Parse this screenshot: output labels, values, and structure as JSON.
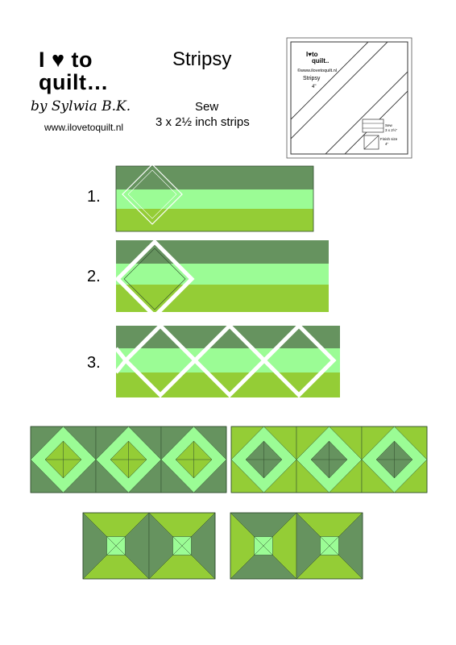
{
  "logo": {
    "line1": "I ♥ to",
    "line2": "quilt…",
    "signature": "by Sylwia B.K."
  },
  "website": "www.ilovetoquilt.nl",
  "title": "Stripsy",
  "instructions": {
    "label": "Sew",
    "detail": "3 x 2½ inch strips"
  },
  "template": {
    "logo_line1": "I♥to",
    "logo_line2": "quilt..",
    "website": "©www.ilovetoquilt.nl",
    "name": "Stripsy",
    "size": "4\"",
    "sew_label": "Sew",
    "sew_detail": "3 x 2½\"",
    "finish_label": "Finish size",
    "finish_detail": "4\""
  },
  "steps": [
    {
      "label": "1."
    },
    {
      "label": "2."
    },
    {
      "label": "3."
    }
  ],
  "colors": {
    "dark_green": "#66935f",
    "light_green": "#9bfc95",
    "lime_green": "#94cd36",
    "outline": "#2e4a2c"
  }
}
